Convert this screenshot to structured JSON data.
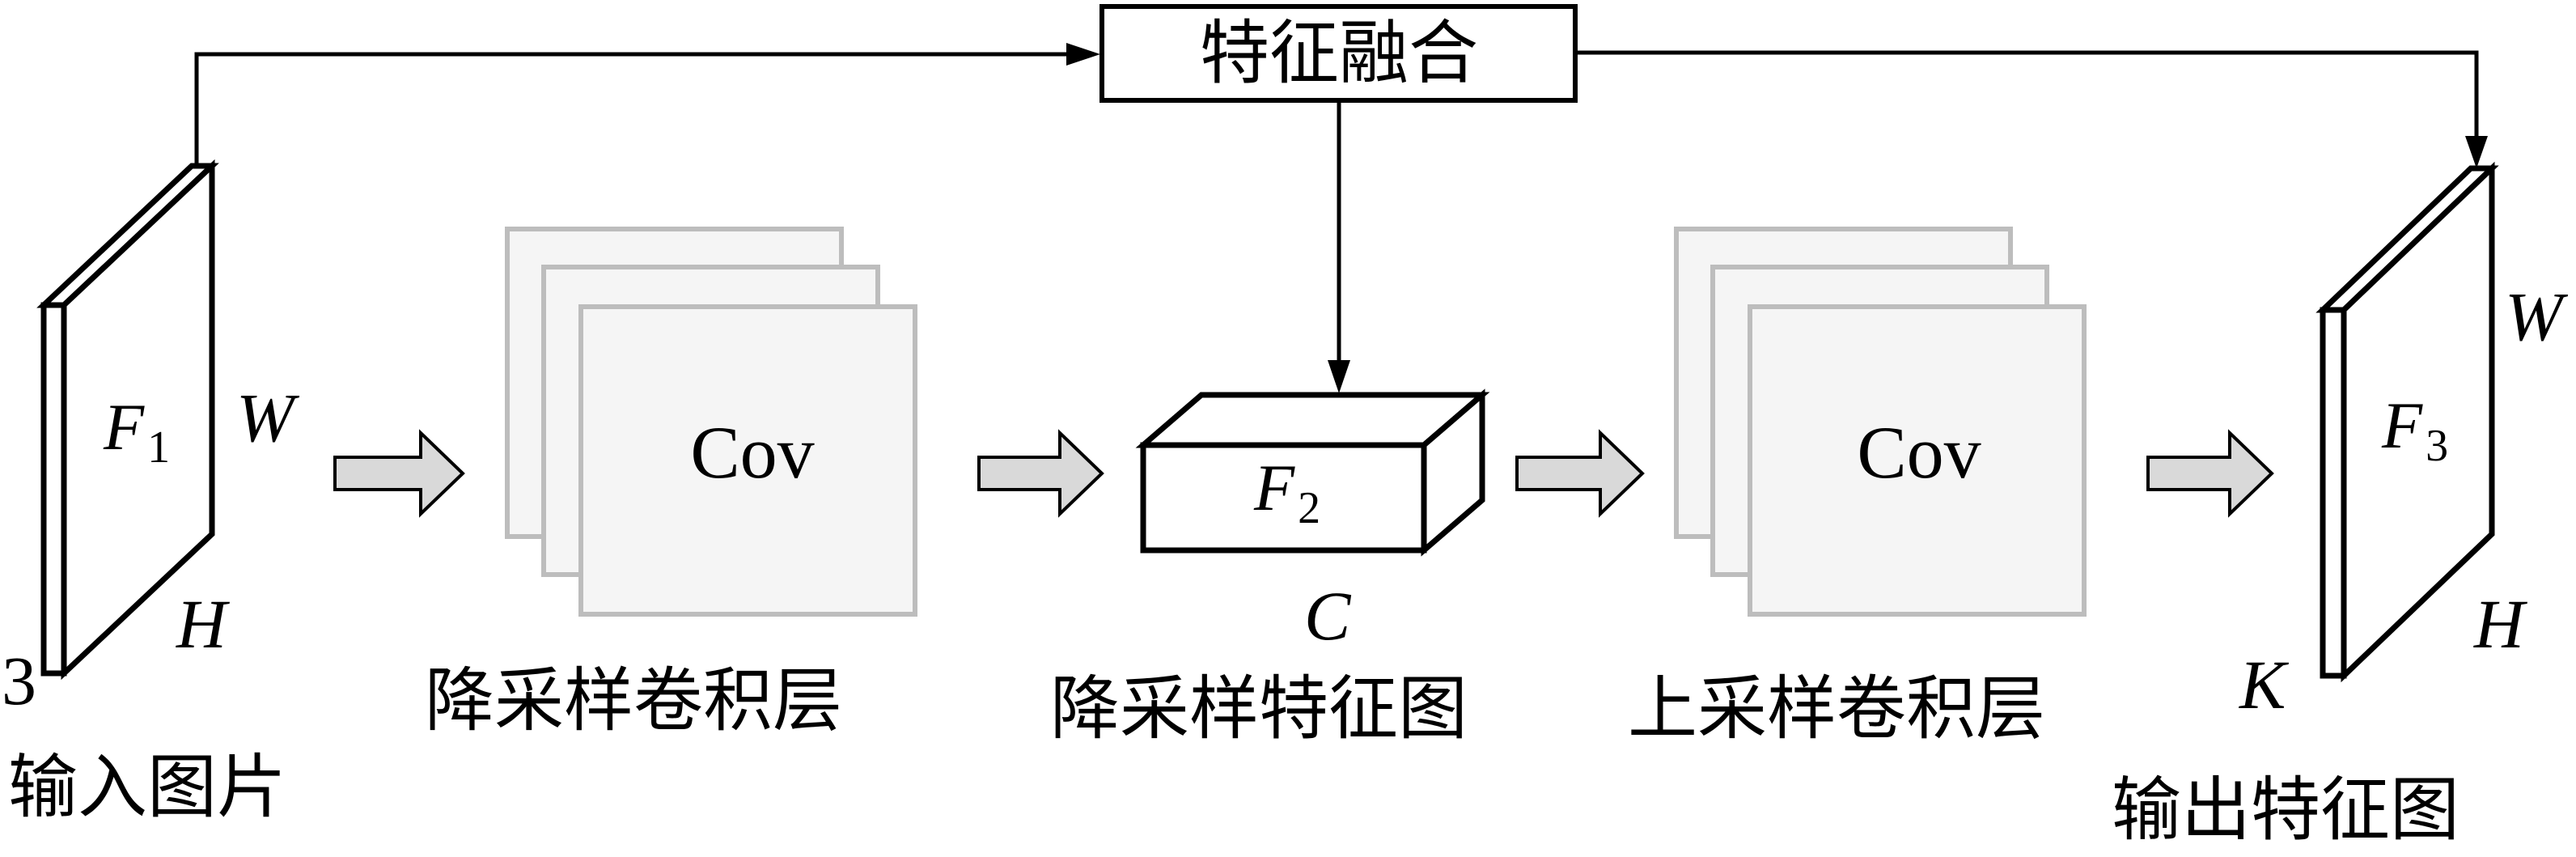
{
  "fusion": {
    "label": "特征融合"
  },
  "input": {
    "feature": "F",
    "feature_sub": "1",
    "width": "W",
    "height": "H",
    "channels": "3",
    "caption": "输入图片"
  },
  "down_conv": {
    "block_label": "Cov",
    "caption": "降采样卷积层"
  },
  "down_feature": {
    "feature": "F",
    "feature_sub": "2",
    "channels": "C",
    "caption": "降采样特征图"
  },
  "up_conv": {
    "block_label": "Cov",
    "caption": "上采样卷积层"
  },
  "output": {
    "feature": "F",
    "feature_sub": "3",
    "width": "W",
    "height": "H",
    "channels": "K",
    "caption": "输出特征图"
  }
}
